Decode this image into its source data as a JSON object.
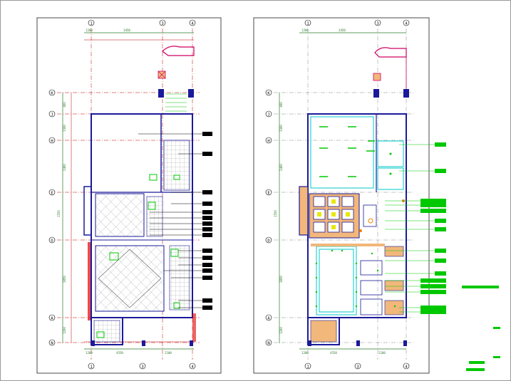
{
  "window": {
    "title": ""
  },
  "sheets": [
    {
      "id": "left",
      "grid_columns": [
        "1",
        "3",
        "4"
      ],
      "grid_rows": [
        "K",
        "J",
        "H",
        "E",
        "D",
        "A",
        "N"
      ],
      "dims_top": [
        "1200",
        "3450"
      ],
      "dims_bottom": [
        "1200",
        "4550",
        "2100"
      ],
      "dims_left": [
        "400",
        "1300",
        "2400",
        "1550",
        "3850",
        "1200"
      ]
    },
    {
      "id": "right",
      "grid_columns": [
        "1",
        "3",
        "4"
      ],
      "grid_rows": [
        "K",
        "J",
        "H",
        "E",
        "D",
        "A",
        "N"
      ],
      "dims_top": [
        "1200",
        "3450"
      ],
      "dims_bottom": [
        "1200",
        "4550",
        "2100"
      ],
      "dims_left": [
        "400",
        "1300",
        "2400",
        "1550",
        "3850",
        "1200"
      ]
    }
  ],
  "colors": {
    "background": "#ffffff",
    "frame": "#4a4a4a",
    "grid_line": "#c00000",
    "wall": "#1a1a9a",
    "tag_green": "#00c800",
    "stair_magenta": "#d00060",
    "cyan": "#00c8c8",
    "dim": "#2a7a2a",
    "orange_fill": "#f2b77a"
  }
}
